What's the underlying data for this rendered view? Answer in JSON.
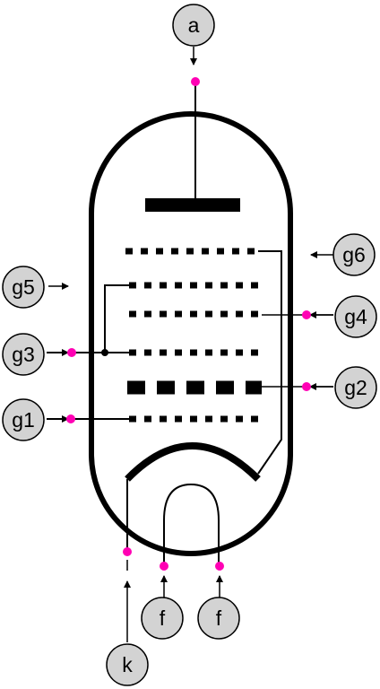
{
  "pins": {
    "a": "a",
    "g1": "g1",
    "g2": "g2",
    "g3": "g3",
    "g4": "g4",
    "g5": "g5",
    "g6": "g6",
    "f1": "f",
    "f2": "f",
    "k": "k"
  },
  "colors": {
    "stroke": "#000000",
    "pin_fill": "#d3d3d3",
    "connection_dot": "#ff00b4"
  }
}
